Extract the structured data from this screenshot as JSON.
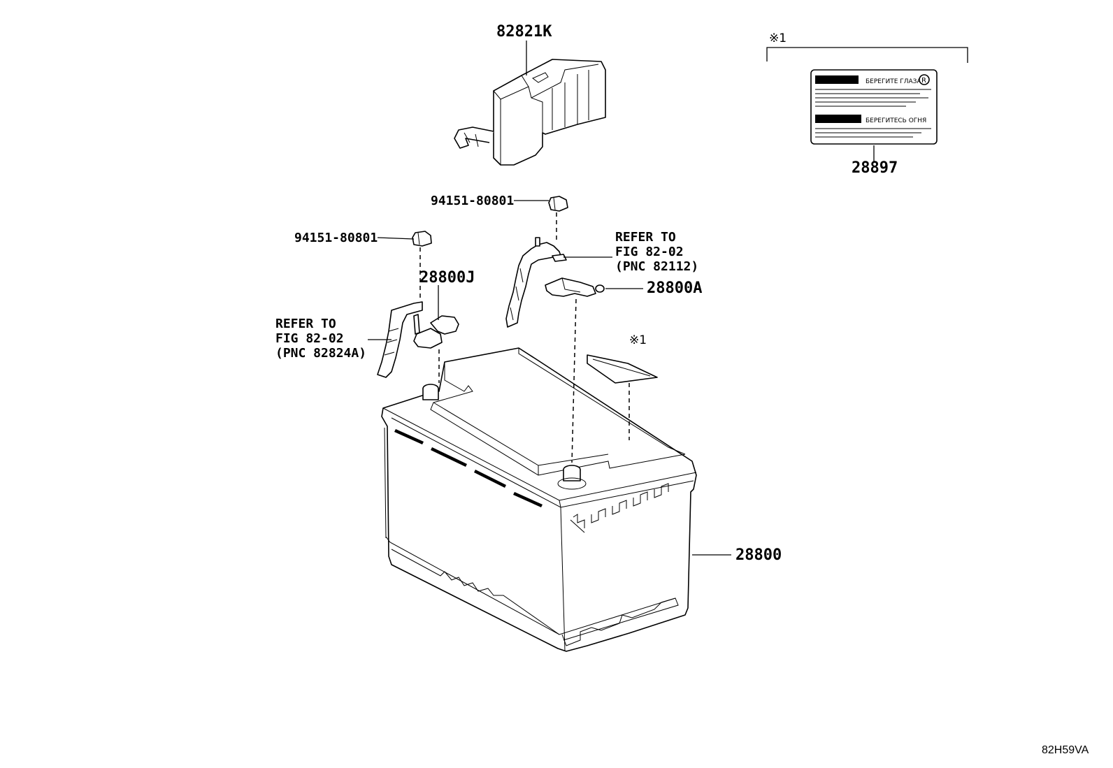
{
  "diagram": {
    "callouts": {
      "cover": "82821K",
      "nut_right": "94151-80801",
      "nut_left": "94151-80801",
      "terminal_neg": "28800J",
      "terminal_pos": "28800A",
      "battery": "28800",
      "label_part": "28897"
    },
    "refer_right": {
      "line1": "REFER TO",
      "line2": "FIG 82-02",
      "line3": "(PNC 82112)"
    },
    "refer_left": {
      "line1": "REFER TO",
      "line2": "FIG 82-02",
      "line3": "(PNC 82824A)"
    },
    "note_mark": "※1",
    "label_text": {
      "warn1": "БЕРЕГИТЕ ГЛАЗА",
      "warn2": "БЕРЕГИТЕСЬ ОГНЯ",
      "badge": "R"
    },
    "figure_code": "82H59VA"
  }
}
